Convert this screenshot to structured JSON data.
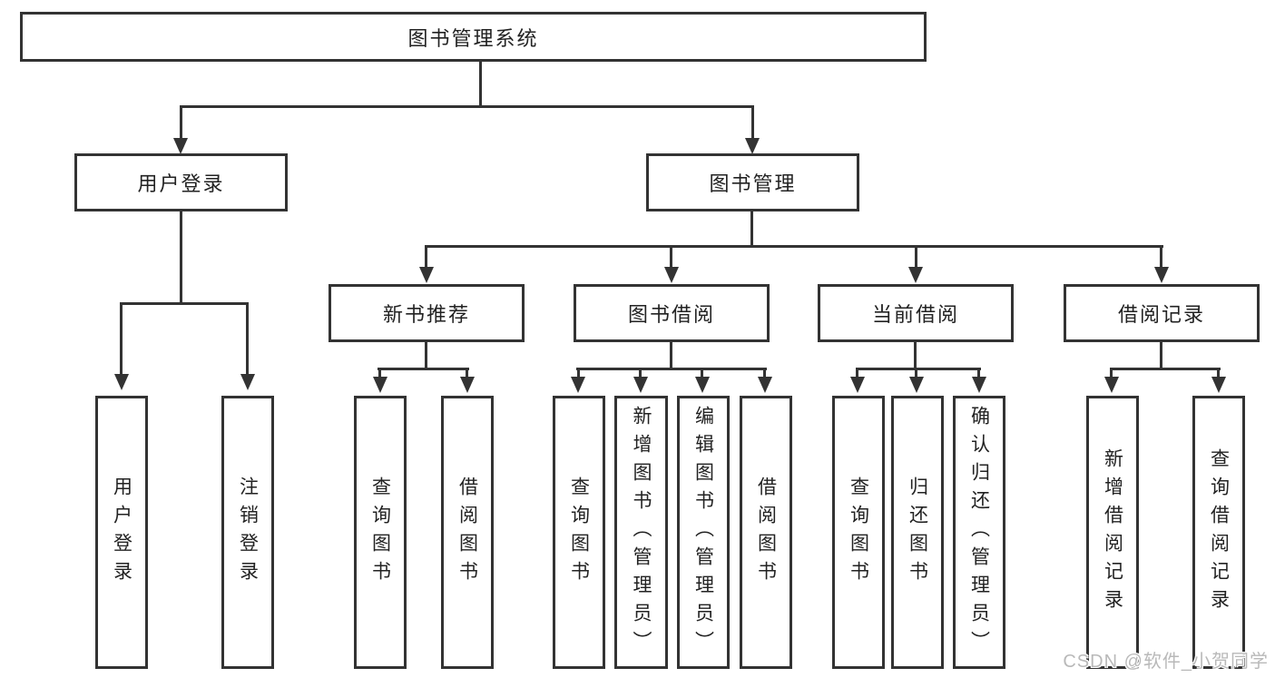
{
  "nodes": {
    "root": "图书管理系统",
    "user_login": "用户登录",
    "book_management": "图书管理",
    "new_book_recommend": "新书推荐",
    "book_borrowing": "图书借阅",
    "current_borrowing": "当前借阅",
    "borrowing_records": "借阅记录",
    "ul_user_login": "用户登录",
    "ul_logout": "注销登录",
    "nb_query_books": "查询图书",
    "nb_borrow_books": "借阅图书",
    "bb_query_books": "查询图书",
    "bb_add_books": "新增图书（管理员）",
    "bb_edit_books": "编辑图书（管理员）",
    "bb_borrow_books": "借阅图书",
    "cb_query_books": "查询图书",
    "cb_return_books": "归还图书",
    "cb_confirm_return": "确认归还（管理员）",
    "br_add_record": "新增借阅记录",
    "br_query_record": "查询借阅记录"
  },
  "hierarchy": {
    "label": "图书管理系统",
    "children": [
      {
        "label": "用户登录",
        "children": [
          {
            "label": "用户登录"
          },
          {
            "label": "注销登录"
          }
        ]
      },
      {
        "label": "图书管理",
        "children": [
          {
            "label": "新书推荐",
            "children": [
              {
                "label": "查询图书"
              },
              {
                "label": "借阅图书"
              }
            ]
          },
          {
            "label": "图书借阅",
            "children": [
              {
                "label": "查询图书"
              },
              {
                "label": "新增图书（管理员）"
              },
              {
                "label": "编辑图书（管理员）"
              },
              {
                "label": "借阅图书"
              }
            ]
          },
          {
            "label": "当前借阅",
            "children": [
              {
                "label": "查询图书"
              },
              {
                "label": "归还图书"
              },
              {
                "label": "确认归还（管理员）"
              }
            ]
          },
          {
            "label": "借阅记录",
            "children": [
              {
                "label": "新增借阅记录"
              },
              {
                "label": "查询借阅记录"
              }
            ]
          }
        ]
      }
    ]
  },
  "watermark": "CSDN @软件_小贺同学",
  "colors": {
    "line": "#333333",
    "text": "#222222",
    "watermark": "#b9b9b9",
    "background": "#ffffff"
  }
}
